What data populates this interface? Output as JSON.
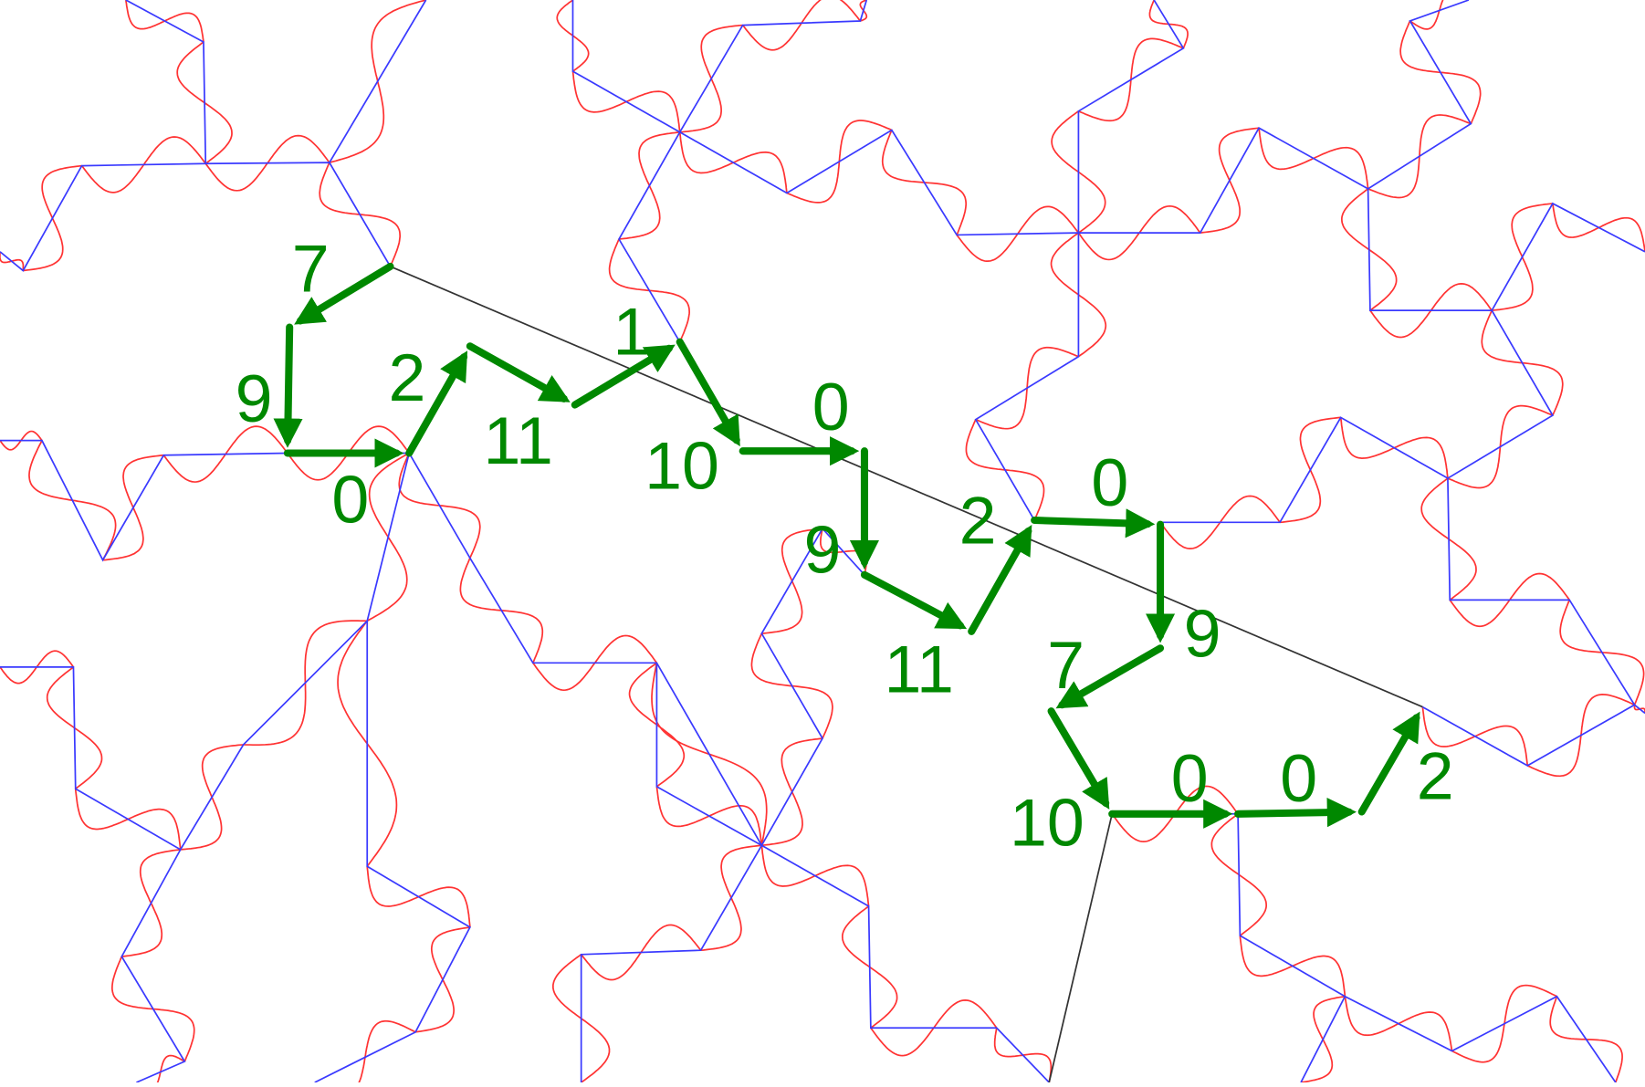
{
  "colors": {
    "background": "#ffffff",
    "tiling_edge": "#3a3aff",
    "wave_edge": "#ff3333",
    "path_arrow": "#008800",
    "guide_line": "#333333"
  },
  "arrow_labels": [
    "7",
    "9",
    "0",
    "2",
    "11",
    "1",
    "10",
    "0",
    "9",
    "11",
    "2",
    "0",
    "9",
    "7",
    "10",
    "0",
    "0",
    "2"
  ]
}
